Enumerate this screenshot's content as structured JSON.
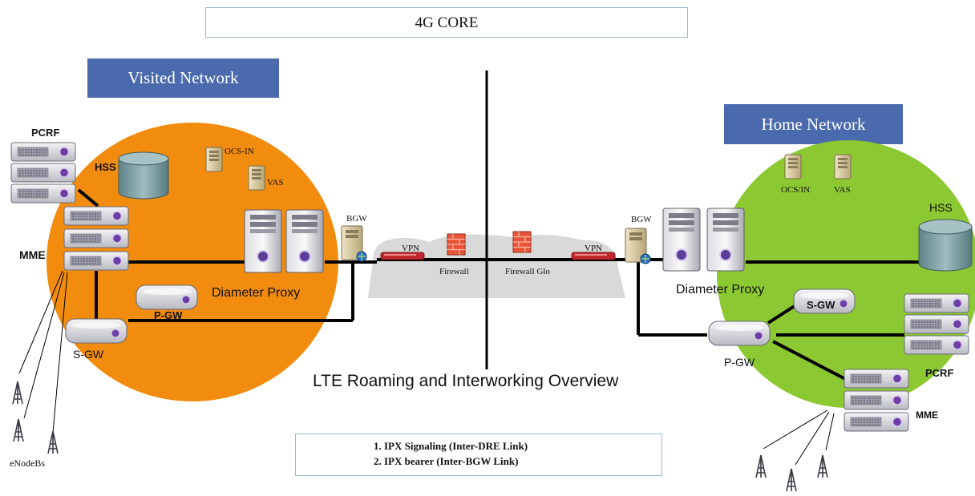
{
  "title": "4G CORE",
  "visited_network": {
    "label": "Visited Network",
    "pcrf": "PCRF",
    "hss": "HSS",
    "mme": "MME",
    "ocs": "OCS-IN",
    "vas": "VAS",
    "bgw": "BGW",
    "vpn": "VPN",
    "firewall": "Firewall",
    "diameter_proxy": "Diameter Proxy",
    "pgw": "P-GW",
    "sgw": "S-GW",
    "enodebs": "eNodeBs"
  },
  "home_network": {
    "label": "Home Network",
    "ocs": "OCS/IN",
    "vas": "VAS",
    "hss": "HSS",
    "bgw": "BGW",
    "vpn": "VPN",
    "firewall": "Firewall Glo",
    "diameter_proxy": "Diameter Proxy",
    "sgw": "S-GW",
    "pgw": "P-GW",
    "pcrf": "PCRF",
    "mme": "MME"
  },
  "overview_caption": "LTE Roaming and Interworking Overview",
  "notes": [
    "IPX Signaling (Inter-DRE Link)",
    "IPX bearer (Inter-BGW Link)"
  ],
  "colors": {
    "visited_area": "#f28c0f",
    "home_area": "#8cc832",
    "label_bg": "#4a6aad",
    "link": "#000000",
    "ipx_cloud": "#d9d9d9",
    "firewall": "#e8553a",
    "vpn": "#c0282d"
  }
}
